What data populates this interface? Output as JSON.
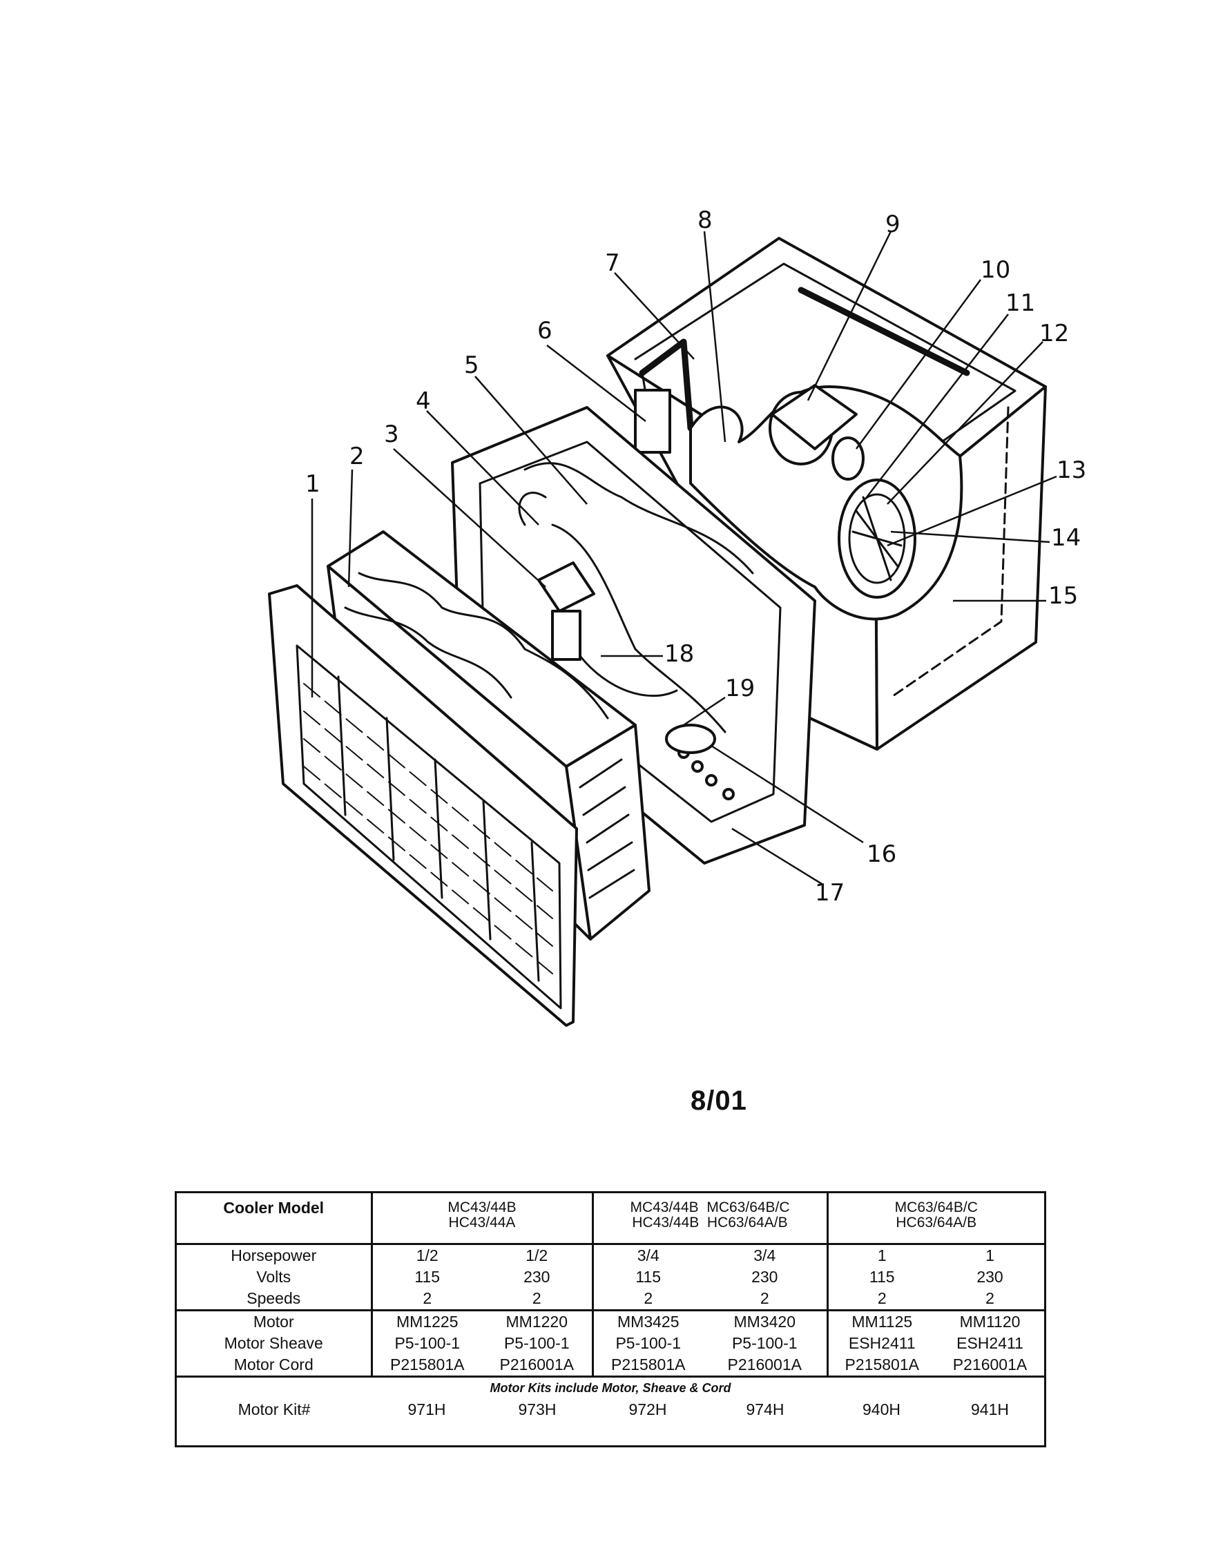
{
  "date_code": "8/01",
  "callouts": [
    "1",
    "2",
    "3",
    "4",
    "5",
    "6",
    "7",
    "8",
    "9",
    "10",
    "11",
    "12",
    "13",
    "14",
    "15",
    "16",
    "17",
    "18",
    "19"
  ],
  "table": {
    "header_label": "Cooler Model",
    "groups": [
      {
        "models": [
          "MC43/44B",
          "HC43/44A"
        ]
      },
      {
        "models": [
          "MC43/44B  MC63/64B/C",
          "HC43/44B  HC63/64A/B"
        ]
      },
      {
        "models": [
          "MC63/64B/C",
          "HC63/64A/B"
        ]
      }
    ],
    "spec_labels": [
      "Horsepower",
      "Volts",
      "Speeds"
    ],
    "part_labels": [
      "Motor",
      "Motor Sheave",
      "Motor Cord"
    ],
    "columns": [
      {
        "horsepower": "1/2",
        "volts": "115",
        "speeds": "2",
        "motor": "MM1225",
        "sheave": "P5-100-1",
        "cord": "P215801A",
        "kit": "971H"
      },
      {
        "horsepower": "1/2",
        "volts": "230",
        "speeds": "2",
        "motor": "MM1220",
        "sheave": "P5-100-1",
        "cord": "P216001A",
        "kit": "973H"
      },
      {
        "horsepower": "3/4",
        "volts": "115",
        "speeds": "2",
        "motor": "MM3425",
        "sheave": "P5-100-1",
        "cord": "P215801A",
        "kit": "972H"
      },
      {
        "horsepower": "3/4",
        "volts": "230",
        "speeds": "2",
        "motor": "MM3420",
        "sheave": "P5-100-1",
        "cord": "P216001A",
        "kit": "974H"
      },
      {
        "horsepower": "1",
        "volts": "115",
        "speeds": "2",
        "motor": "MM1125",
        "sheave": "ESH2411",
        "cord": "P215801A",
        "kit": "940H"
      },
      {
        "horsepower": "1",
        "volts": "230",
        "speeds": "2",
        "motor": "MM1120",
        "sheave": "ESH2411",
        "cord": "P216001A",
        "kit": "941H"
      }
    ],
    "note": "Motor Kits include Motor, Sheave & Cord",
    "kit_label": "Motor Kit#"
  }
}
